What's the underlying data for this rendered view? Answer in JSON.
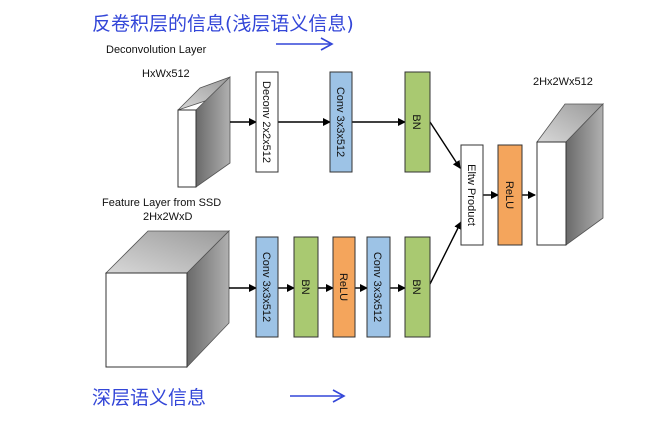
{
  "annotations": {
    "top_heading": "反卷积层的信息(浅层语义信息)",
    "bottom_heading": "深层语义信息"
  },
  "labels": {
    "deconv_layer": "Deconvolution Layer",
    "input_top_size": "HxWx512",
    "feature_layer": "Feature Layer from SSD",
    "input_bottom_size": "2Hx2WxD",
    "output_size": "2Hx2Wx512"
  },
  "blocks": {
    "deconv": "Deconv 2x2x512",
    "top_conv": "Conv 3x3x512",
    "top_bn": "BN",
    "eltw": "Eltw Product",
    "relu_out": "ReLU",
    "bot_conv1": "Conv 3x3x512",
    "bot_bn1": "BN",
    "bot_relu": "ReLU",
    "bot_conv2": "Conv 3x3x512",
    "bot_bn2": "BN"
  },
  "colors": {
    "blue_block": "#9dc3e6",
    "green_block": "#a9c971",
    "orange_block": "#f4a55c",
    "white_block": "#ffffff",
    "annotation_ink": "#3346d8",
    "line": "#000000"
  }
}
